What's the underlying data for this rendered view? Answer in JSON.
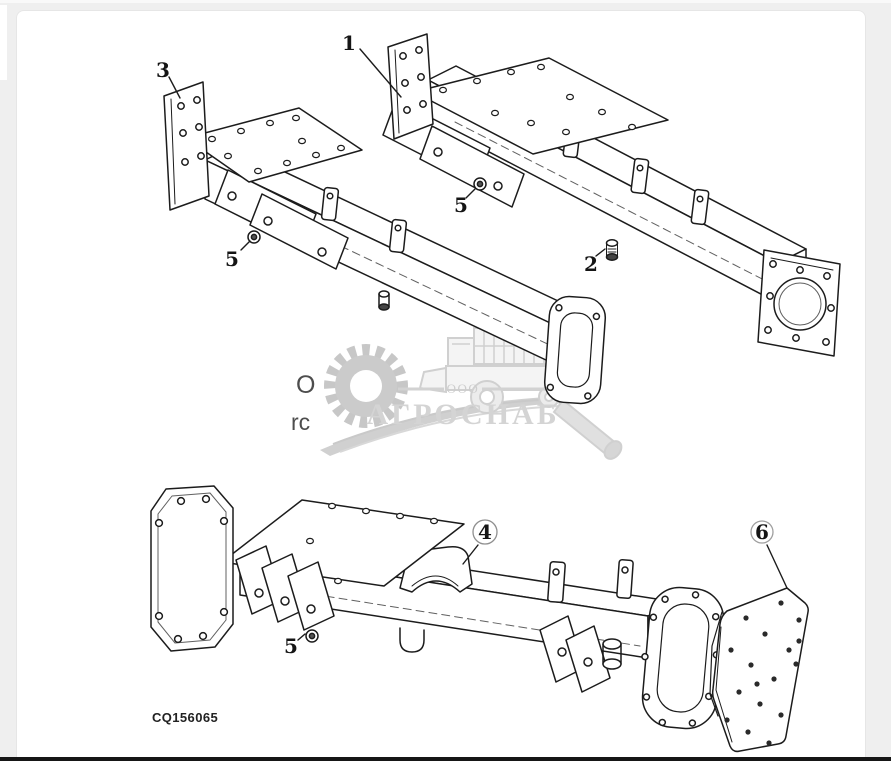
{
  "window": {
    "background_color": "#efefef",
    "card_color": "#ffffff",
    "bottom_bar_color": "#161616"
  },
  "diagram": {
    "figure_code": "CQ156065",
    "line_color": "#1c1c1c",
    "callouts": [
      "1",
      "2",
      "3",
      "4",
      "5",
      "5",
      "5",
      "6"
    ],
    "text_fragments": {
      "top": "O",
      "bottom": "rc"
    }
  },
  "watermark": {
    "org_form": "ООО",
    "company": "АГРОСНАБ",
    "color": "#d2d2d2"
  }
}
